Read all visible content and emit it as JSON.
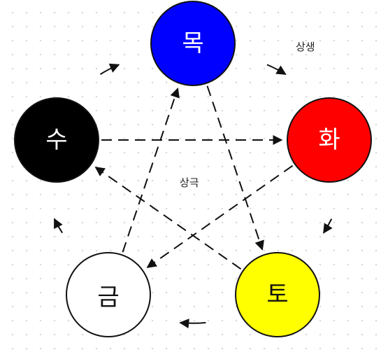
{
  "elements": [
    {
      "id": "wood",
      "label": "목",
      "fill": "#0000ff",
      "text_color": "#ffffff"
    },
    {
      "id": "fire",
      "label": "화",
      "fill": "#ff0000",
      "text_color": "#ffffff"
    },
    {
      "id": "earth",
      "label": "토",
      "fill": "#ffff00",
      "text_color": "#111111"
    },
    {
      "id": "metal",
      "label": "금",
      "fill": "#ffffff",
      "text_color": "#111111"
    },
    {
      "id": "water",
      "label": "수",
      "fill": "#000000",
      "text_color": "#ffffff"
    }
  ],
  "generating_cycle": {
    "label": "상생",
    "order": [
      "wood",
      "fire",
      "earth",
      "metal",
      "water"
    ]
  },
  "overcoming_cycle": {
    "label": "상극",
    "edges": [
      [
        "wood",
        "earth"
      ],
      [
        "earth",
        "water"
      ],
      [
        "water",
        "fire"
      ],
      [
        "fire",
        "metal"
      ],
      [
        "metal",
        "wood"
      ]
    ]
  }
}
